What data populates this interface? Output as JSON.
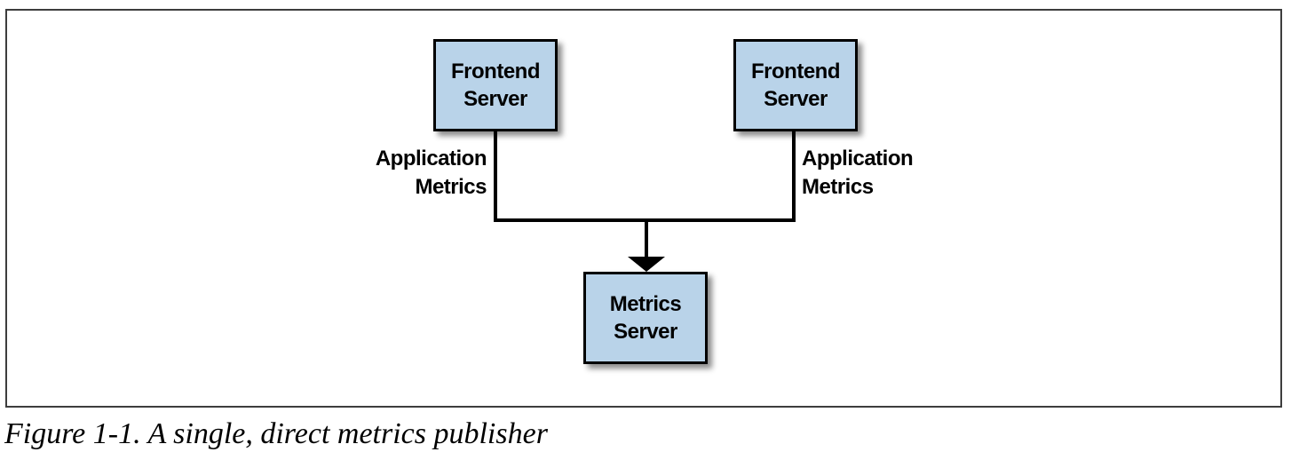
{
  "figure": {
    "caption": "Figure 1-1. A single, direct metrics publisher"
  },
  "diagram": {
    "nodes": {
      "frontend_left": {
        "label": "Frontend Server"
      },
      "frontend_right": {
        "label": "Frontend Server"
      },
      "metrics_server": {
        "label": "Metrics Server"
      }
    },
    "edge_labels": {
      "left": "Application Metrics",
      "right": "Application Metrics"
    },
    "colors": {
      "node_fill": "#b9d3e9",
      "node_border": "#000000",
      "line": "#000000",
      "frame_border": "#3d3d3d"
    }
  }
}
